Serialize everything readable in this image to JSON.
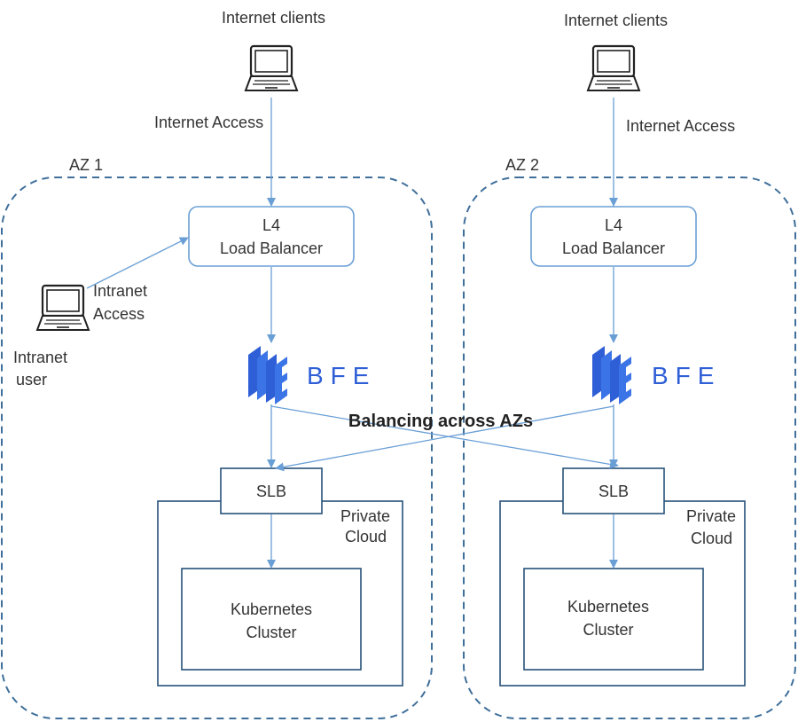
{
  "az1": {
    "label": "AZ 1",
    "clients_label": "Internet clients",
    "internet_access": "Internet Access",
    "lb": {
      "line1": "L4",
      "line2": "Load Balancer"
    },
    "intranet_access": {
      "line1": "Intranet",
      "line2": "Access"
    },
    "intranet_user": {
      "line1": "Intranet",
      "line2": "user"
    },
    "bfe_text": "BFE",
    "slb": "SLB",
    "private_cloud": {
      "line1": "Private",
      "line2": "Cloud"
    },
    "cluster": {
      "line1": "Kubernetes",
      "line2": "Cluster"
    }
  },
  "az2": {
    "label": "AZ 2",
    "clients_label": "Internet clients",
    "internet_access": "Internet Access",
    "lb": {
      "line1": "L4",
      "line2": "Load Balancer"
    },
    "bfe_text": "BFE",
    "slb": "SLB",
    "private_cloud": {
      "line1": "Private",
      "line2": "Cloud"
    },
    "cluster": {
      "line1": "Kubernetes",
      "line2": "Cluster"
    }
  },
  "cross_label": "Balancing across AZs",
  "colors": {
    "accent": "#6a9fd6",
    "bfe_blue": "#2f5fd6",
    "az_border": "#3f6f9a",
    "box_border": "#27527a"
  },
  "icons": [
    "laptop-icon",
    "bfe-logo-icon"
  ]
}
